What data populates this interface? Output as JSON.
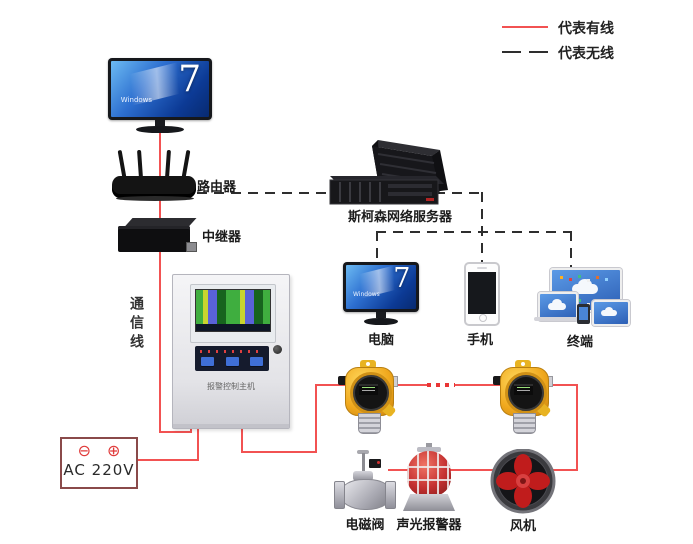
{
  "legend": {
    "wired_label": "代表有线",
    "wireless_label": "代表无线",
    "wired_color": "#f25252",
    "wireless_color": "#2e2e2e"
  },
  "nodes": {
    "monitor_top": {
      "screen_brand": "Windows",
      "screen_version": "7"
    },
    "router": {
      "label": "路由器"
    },
    "repeater": {
      "label": "中继器"
    },
    "comm_line": {
      "label": "通信线"
    },
    "server": {
      "label": "斯柯森网络服务器"
    },
    "pc": {
      "label": "电脑",
      "screen_brand": "Windows",
      "screen_version": "7"
    },
    "phone": {
      "label": "手机"
    },
    "terminal": {
      "label": "终端"
    },
    "panel": {
      "label": "报警控制主机"
    },
    "power": {
      "label": "AC 220V",
      "minus_symbol": "⊖",
      "plus_symbol": "⊕"
    },
    "valve": {
      "label": "电磁阀"
    },
    "beacon": {
      "label": "声光报警器"
    },
    "fan": {
      "label": "风机"
    }
  }
}
